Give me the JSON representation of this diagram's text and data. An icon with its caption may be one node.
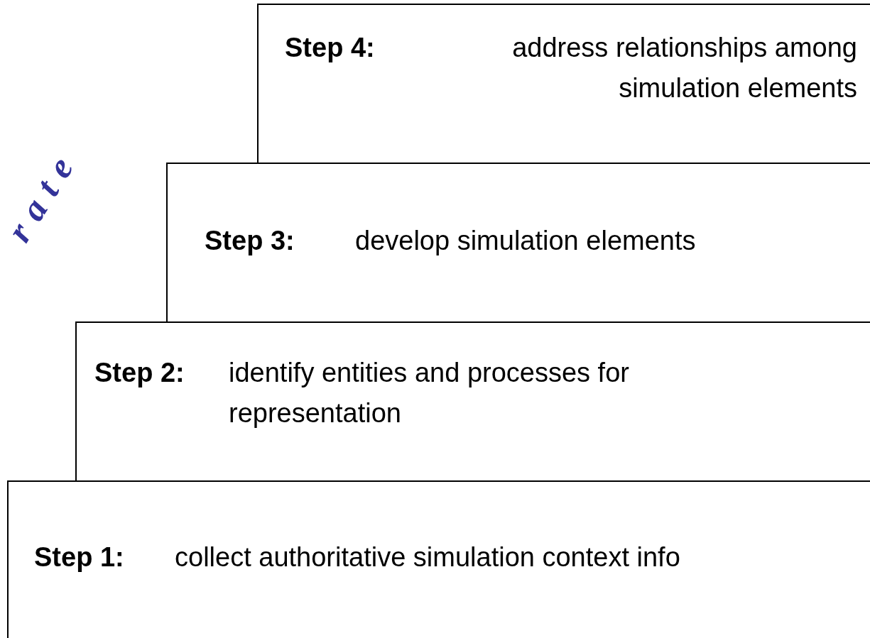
{
  "diagram": {
    "nodes": [
      {
        "text": [
          "Step 4:",
          "address relationships among simulation elements"
        ]
      },
      {
        "text": [
          "Step 3:",
          "develop simulation elements"
        ]
      },
      {
        "text": [
          "Step 2:",
          "identify entities and processes for representation"
        ]
      },
      {
        "text": [
          "Step 1:",
          "collect authoritative simulation context info"
        ]
      }
    ],
    "labels": [
      "rate"
    ]
  }
}
